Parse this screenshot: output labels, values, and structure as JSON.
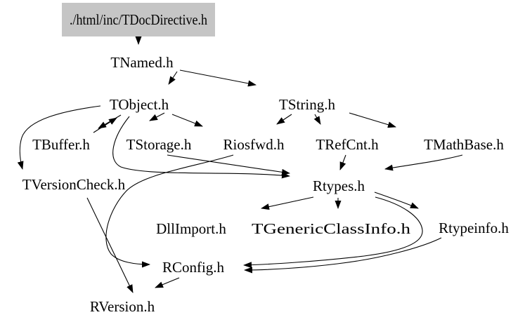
{
  "diagram": {
    "type": "include-dependency-graph",
    "root": "./html/inc/TDocDirective.h",
    "colors": {
      "background": "#ffffff",
      "root_node_fill": "#c5c5c5",
      "edge": "#000000",
      "text": "#000000"
    },
    "nodes": [
      {
        "id": "tdocdirective",
        "label": "./html/inc/TDocDirective.h"
      },
      {
        "id": "tnamed",
        "label": "TNamed.h"
      },
      {
        "id": "tobject",
        "label": "TObject.h"
      },
      {
        "id": "tstring",
        "label": "TString.h"
      },
      {
        "id": "tbuffer",
        "label": "TBuffer.h"
      },
      {
        "id": "tstorage",
        "label": "TStorage.h"
      },
      {
        "id": "riosfwd",
        "label": "Riosfwd.h"
      },
      {
        "id": "trefcnt",
        "label": "TRefCnt.h"
      },
      {
        "id": "tmathbase",
        "label": "TMathBase.h"
      },
      {
        "id": "tversioncheck",
        "label": "TVersionCheck.h"
      },
      {
        "id": "rtypes",
        "label": "Rtypes.h"
      },
      {
        "id": "dllimport",
        "label": "DllImport.h"
      },
      {
        "id": "tgenericclassinfo",
        "label": "TGenericClassInfo.h"
      },
      {
        "id": "rtypeinfo",
        "label": "Rtypeinfo.h"
      },
      {
        "id": "rconfig",
        "label": "RConfig.h"
      },
      {
        "id": "rversion",
        "label": "RVersion.h"
      }
    ],
    "edges": [
      {
        "from": "tdocdirective",
        "to": "tnamed"
      },
      {
        "from": "tnamed",
        "to": "tobject"
      },
      {
        "from": "tnamed",
        "to": "tstring"
      },
      {
        "from": "tobject",
        "to": "tbuffer"
      },
      {
        "from": "tbuffer",
        "to": "tobject"
      },
      {
        "from": "tobject",
        "to": "tstorage"
      },
      {
        "from": "tobject",
        "to": "riosfwd"
      },
      {
        "from": "tobject",
        "to": "tversioncheck"
      },
      {
        "from": "tobject",
        "to": "rtypes"
      },
      {
        "from": "tstring",
        "to": "riosfwd"
      },
      {
        "from": "tstring",
        "to": "trefcnt"
      },
      {
        "from": "tstring",
        "to": "tmathbase"
      },
      {
        "from": "tstorage",
        "to": "rtypes"
      },
      {
        "from": "trefcnt",
        "to": "rtypes"
      },
      {
        "from": "tmathbase",
        "to": "rtypes"
      },
      {
        "from": "riosfwd",
        "to": "rconfig"
      },
      {
        "from": "rtypes",
        "to": "dllimport"
      },
      {
        "from": "rtypes",
        "to": "tgenericclassinfo"
      },
      {
        "from": "rtypes",
        "to": "rtypeinfo"
      },
      {
        "from": "rtypes",
        "to": "rconfig"
      },
      {
        "from": "rtypeinfo",
        "to": "rconfig"
      },
      {
        "from": "rconfig",
        "to": "rversion"
      },
      {
        "from": "tversioncheck",
        "to": "rversion"
      }
    ]
  }
}
